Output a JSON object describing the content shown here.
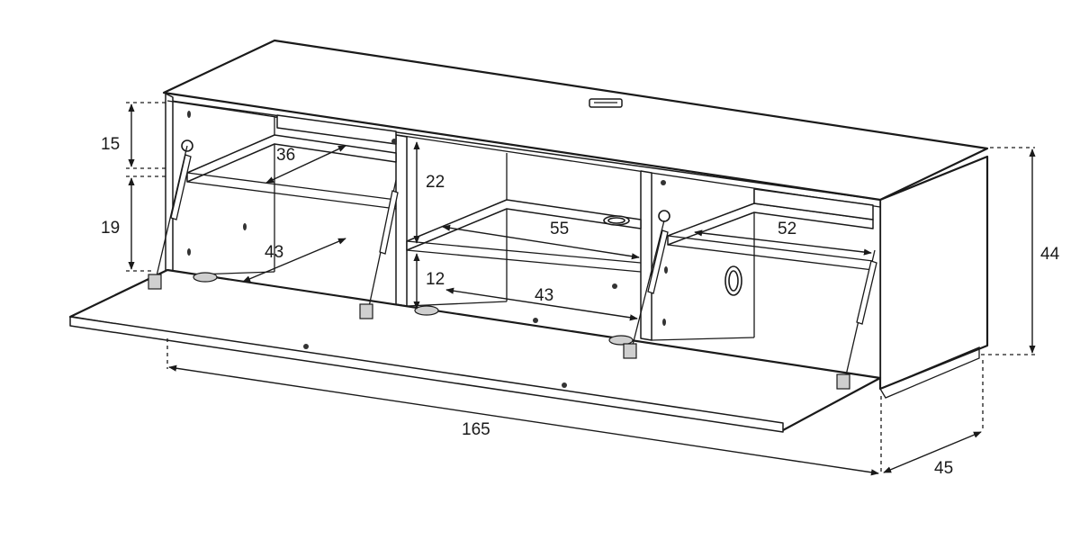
{
  "dimensions": {
    "overall_width": "165",
    "overall_height": "44",
    "overall_depth": "45",
    "left_upper_height": "15",
    "left_lower_height": "19",
    "left_upper_depth": "36",
    "left_lower_depth": "43",
    "center_upper_height": "22",
    "center_upper_width": "55",
    "center_lower_height": "12",
    "center_lower_depth": "43",
    "right_upper_width": "52"
  },
  "colors": {
    "line": "#1a1a1a",
    "background": "#ffffff"
  }
}
